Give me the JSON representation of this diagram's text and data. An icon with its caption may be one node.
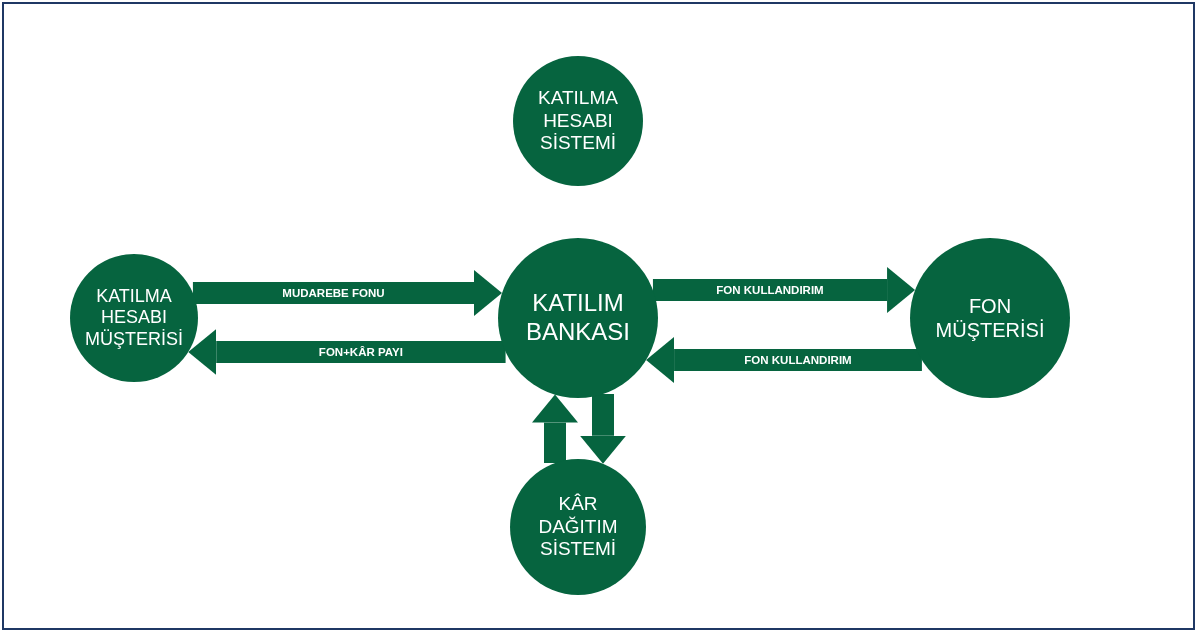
{
  "diagram": {
    "nodes": [
      {
        "text": [
          "KATILMA HESABI SİSTEMİ"
        ]
      },
      {
        "text": [
          "KATILMA HESABI MÜŞTERİSİ"
        ]
      },
      {
        "text": [
          "KATILIM BANKASI"
        ]
      },
      {
        "text": [
          "FON MÜŞTERİSİ"
        ]
      },
      {
        "text": [
          "KÂR DAĞITIM SİSTEMİ"
        ]
      }
    ],
    "edges": [
      {
        "from": 1,
        "to": 2,
        "arrow": "to",
        "label": "MUDAREBE FONU"
      },
      {
        "from": 2,
        "to": 1,
        "arrow": "to",
        "label": "FON+KÂR PAYI"
      },
      {
        "from": 2,
        "to": 3,
        "arrow": "to",
        "label": "FON KULLANDIRIM"
      },
      {
        "from": 3,
        "to": 2,
        "arrow": "to",
        "label": "FON KULLANDIRIM"
      },
      {
        "from": 2,
        "to": 4,
        "arrow": "to"
      },
      {
        "from": 4,
        "to": 2,
        "arrow": "to"
      }
    ]
  }
}
